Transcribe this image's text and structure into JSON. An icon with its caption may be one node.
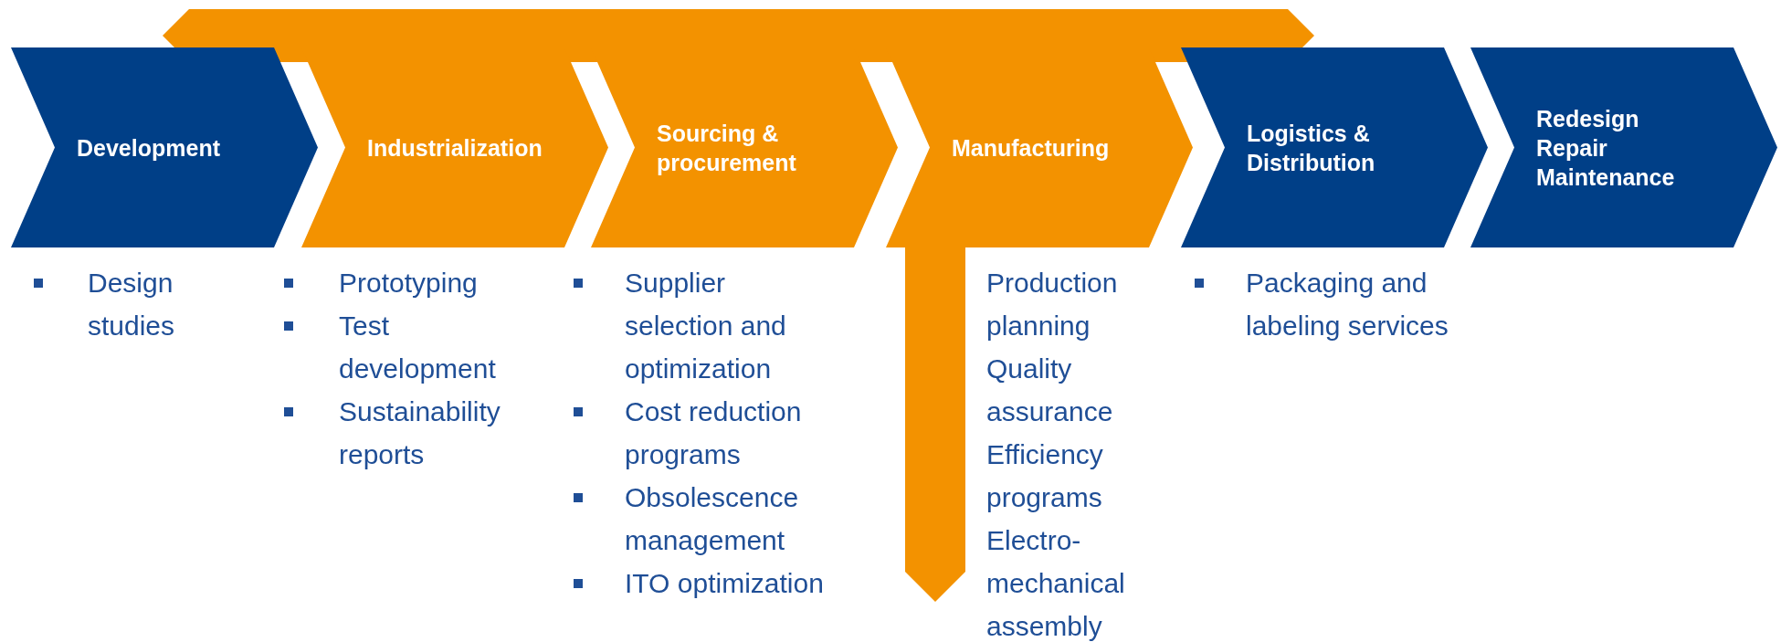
{
  "diagram": {
    "nodes": [
      {
        "text": [],
        "shape": "bar"
      },
      {
        "text": [
          "Development"
        ],
        "beside": [
          "Design studies"
        ]
      },
      {
        "text": [
          "Industrialization"
        ],
        "beside": [
          "Prototyping",
          "Test development",
          "Sustainability reports"
        ]
      },
      {
        "text": [
          "Sourcing & procurement"
        ],
        "beside": [
          "Supplier selection  and optimization",
          "Cost reduction programs",
          "Obsolescence management",
          "ITO optimization"
        ]
      },
      {
        "text": [
          "Manufacturing"
        ],
        "beside": [
          "Production planning",
          "Quality assurance",
          "Efficiency programs",
          "Electro-mechanical assembly"
        ]
      },
      {
        "text": [
          "Logistics & Distribution"
        ],
        "beside": [
          "Packaging and labeling services"
        ]
      },
      {
        "text": [
          "Redesign Repair Maintenance"
        ]
      },
      {
        "text": [],
        "shape": "arrow"
      }
    ]
  }
}
